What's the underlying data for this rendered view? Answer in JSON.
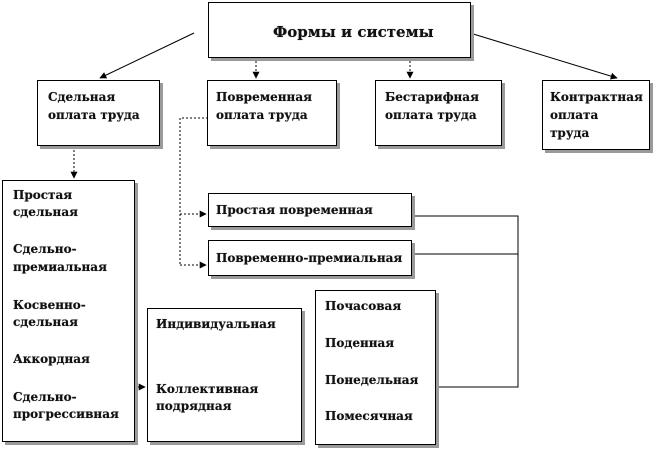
{
  "root": {
    "title": "Формы и системы"
  },
  "forms": [
    {
      "lines": [
        "Сдельная",
        "оплата труда"
      ]
    },
    {
      "lines": [
        "Повременная",
        "оплата труда"
      ]
    },
    {
      "lines": [
        "Бестарифная",
        "оплата труда"
      ]
    },
    {
      "lines": [
        "Контрактная",
        "оплата",
        "труда"
      ]
    }
  ],
  "piecework_systems": [
    {
      "lines": [
        "Простая",
        "сдельная"
      ]
    },
    {
      "lines": [
        "Сдельно-",
        "премиальная"
      ]
    },
    {
      "lines": [
        "Косвенно-",
        "сдельная"
      ]
    },
    {
      "lines": [
        "Аккордная"
      ]
    },
    {
      "lines": [
        "Сдельно-",
        "прогрессивная"
      ]
    }
  ],
  "organization": {
    "individual": "Индивидуальная",
    "collective": [
      "Коллективная",
      "подрядная"
    ]
  },
  "time_systems": {
    "simple": "Простая повременная",
    "bonus": "Повременно-премиальная"
  },
  "time_units": [
    "Почасовая",
    "Поденная",
    "Понедельная",
    "Помесячная"
  ],
  "colors": {
    "line": "#000000",
    "shadow": "#9a9a9a",
    "text": "#111111"
  }
}
